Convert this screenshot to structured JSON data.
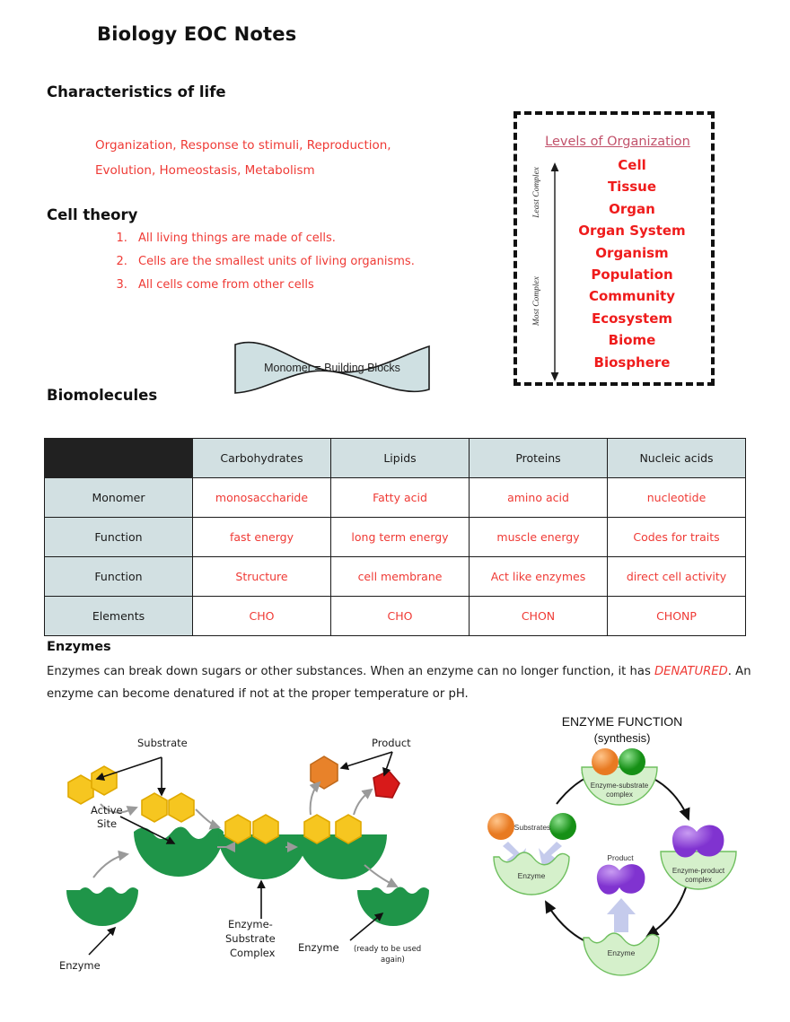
{
  "document": {
    "title": "Biology EOC Notes"
  },
  "characteristics": {
    "heading": "Characteristics of life",
    "line1": "Organization, Response to stimuli, Reproduction,",
    "line2": "Evolution, Homeostasis, Metabolism"
  },
  "cell_theory": {
    "heading": "Cell theory",
    "items": [
      "All living things are made of cells.",
      "Cells are the smallest units of living organisms.",
      "All cells come from other cells"
    ]
  },
  "monomer_banner": {
    "text": "Monomer = Building Blocks",
    "fill": "#cfe0e2",
    "stroke": "#1b1b1b"
  },
  "levels": {
    "title": "Levels of Organization",
    "title_color": "#c2526b",
    "item_color": "#ef1c1c",
    "arrow_top_label": "Least Complex",
    "arrow_bottom_label": "Most Complex",
    "items": [
      "Cell",
      "Tissue",
      "Organ",
      "Organ System",
      "Organism",
      "Population",
      "Community",
      "Ecosystem",
      "Biome",
      "Biosphere"
    ]
  },
  "biomolecules": {
    "heading": "Biomolecules",
    "header_bg": "#d2e0e2",
    "corner_bg": "#212121",
    "value_color": "#ef3a35",
    "columns": [
      "",
      "Carbohydrates",
      "Lipids",
      "Proteins",
      "Nucleic acids"
    ],
    "rows": [
      {
        "label": "Monomer",
        "cells": [
          "monosaccharide",
          "Fatty acid",
          "amino acid",
          "nucleotide"
        ]
      },
      {
        "label": "Function",
        "cells": [
          "fast energy",
          "long term energy",
          "muscle energy",
          "Codes for traits"
        ]
      },
      {
        "label": "Function",
        "cells": [
          "Structure",
          "cell membrane",
          "Act like enzymes",
          "direct cell activity"
        ]
      },
      {
        "label": "Elements",
        "cells": [
          "CHO",
          "CHO",
          "CHON",
          "CHONP"
        ]
      }
    ]
  },
  "enzymes": {
    "heading": "Enzymes",
    "para_part1": "Enzymes can break down sugars or other substances. When an enzyme can no longer function, it has ",
    "denatured": "DENATURED",
    "para_part2": ". An enzyme can become denatured if not at the proper temperature or pH."
  },
  "enzyme_diagram_left": {
    "labels": {
      "substrate": "Substrate",
      "product": "Product",
      "active_site_line1": "Active",
      "active_site_line2": "Site",
      "enzyme": "Enzyme",
      "complex_line1": "Enzyme-",
      "complex_line2": "Substrate",
      "complex_line3": "Complex",
      "enzyme_reuse": "Enzyme",
      "reuse_note_line1": "(ready to be used",
      "reuse_note_line2": "again)"
    },
    "colors": {
      "enzyme_green": "#1f9549",
      "substrate_yellow": "#f6c620",
      "substrate_outline": "#e0a900",
      "product_orange": "#e8822a",
      "product_red": "#d81a1a",
      "arrow_gray": "#9a9a9a",
      "arrow_black": "#111111"
    }
  },
  "enzyme_diagram_right": {
    "title_line1": "ENZYME FUNCTION",
    "title_line2": "(synthesis)",
    "labels": {
      "substrates": "Substrates",
      "enzyme": "Enzyme",
      "enzyme_substrate_line1": "Enzyme-substrate",
      "enzyme_substrate_line2": "complex",
      "enzyme_product_line1": "Enzyme-product",
      "enzyme_product_line2": "complex",
      "product": "Product",
      "enzyme_bottom": "Enzyme"
    },
    "colors": {
      "enzyme_fill": "#d5f0cb",
      "enzyme_stroke": "#6fbf5f",
      "substrate_orange": "#ef8b34",
      "substrate_green": "#1fa01f",
      "product_purple": "#8b3fd9",
      "arrow_blue": "#c5cbec",
      "arrow_black": "#111111"
    }
  }
}
